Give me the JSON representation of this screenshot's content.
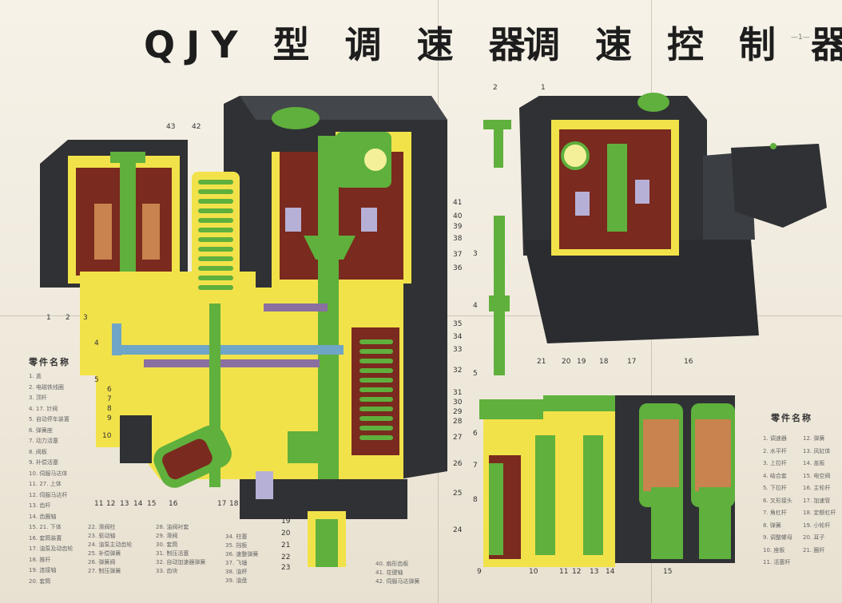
{
  "header": {
    "title_left": "QJY 型 调 速 器",
    "title_right": "调 速 控 制 器",
    "page_mark": "—1—"
  },
  "legend_left": {
    "title": "零件名称",
    "items": [
      "1. 盖",
      "2. 电磁铁线圈",
      "3. 顶杆",
      "4. 17. 针阀",
      "5. 自动停车装置",
      "6. 弹簧座",
      "7. 动力活塞",
      "8. 阀板",
      "9. 补偿活塞",
      "10. 伺服马达体",
      "11. 27. 上体",
      "12. 伺服马达杆",
      "13. 齿杆",
      "14. 齿圈轴",
      "15. 21. 下体",
      "16. 套筒装置",
      "17. 油泵及动齿轮",
      "18. 推杆",
      "19. 连接轴",
      "20. 套筒"
    ],
    "col2": [
      "22. 滑阀柱",
      "23. 驱动轴",
      "24. 油泵主动齿轮",
      "25. 补偿弹簧",
      "26. 弹簧阀",
      "27. 制压弹簧"
    ],
    "col3": [
      "28. 油阀衬套",
      "29. 滑阀",
      "30. 套筒",
      "31. 制压活塞",
      "32. 自动加速器弹簧",
      "33. 齿块"
    ],
    "col4": [
      "34. 柱塞",
      "35. 挡板",
      "36. 速整弹簧",
      "37. 飞锤",
      "38. 油杯",
      "39. 油盘"
    ],
    "col5": [
      "40. 扇形齿板",
      "41. 花键轴",
      "42. 伺服马达弹簧"
    ]
  },
  "legend_right": {
    "title": "零件名称",
    "col1": [
      "1. 调速器",
      "2. 水平杆",
      "3. 上拉杆",
      "4. 结合套",
      "5. 下拉杆",
      "6. 叉形接头",
      "7. 角杠杆",
      "8. 弹簧",
      "9. 调整螺母",
      "10. 座板",
      "11. 活塞杆"
    ],
    "col2": [
      "12. 弹簧",
      "13. 风缸体",
      "14. 盖板",
      "15. 电空阀",
      "16. 主轮杆",
      "17. 加速管",
      "18. 定额杠杆",
      "19. 小轮杆",
      "20. 耳子",
      "21. 圈杆"
    ]
  },
  "callouts_left": {
    "left_side": [
      "1",
      "2",
      "3",
      "4",
      "5",
      "6",
      "7",
      "8",
      "9",
      "10"
    ],
    "bottom": [
      "11",
      "12",
      "13",
      "14",
      "15",
      "16",
      "17",
      "18",
      "19",
      "20",
      "21",
      "22",
      "23"
    ],
    "right_side": [
      "41",
      "40",
      "39",
      "38",
      "37",
      "36",
      "35",
      "34",
      "33",
      "32",
      "31",
      "30",
      "29",
      "28",
      "27",
      "26",
      "25",
      "24"
    ],
    "top": [
      "43",
      "42"
    ]
  },
  "callouts_right": {
    "top": [
      "2",
      "1"
    ],
    "rod": [
      "3",
      "4",
      "5"
    ],
    "lower_left": [
      "6",
      "7",
      "8",
      "9"
    ],
    "bottom": [
      "10",
      "11",
      "12",
      "13",
      "14",
      "15"
    ],
    "top_lower": [
      "21",
      "20",
      "19",
      "18",
      "17",
      "16"
    ]
  },
  "colors": {
    "housing": "#2f3134",
    "cutaway_yellow": "#f2e24a",
    "cutaway_red": "#7a2a1e",
    "part_green": "#5fb03c",
    "pipe_blue": "#6fa5c6",
    "coil_brown": "#c8834e"
  }
}
